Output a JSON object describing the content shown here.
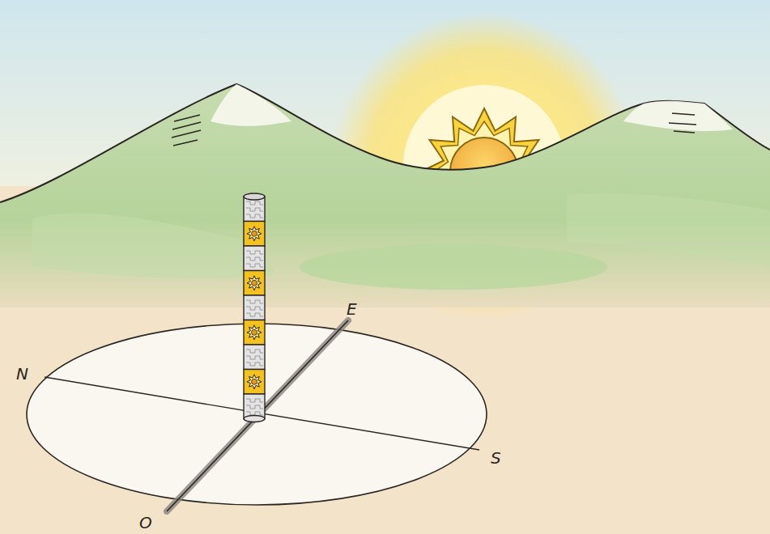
{
  "diagram": {
    "labels": [
      "N",
      "E",
      "S",
      "O"
    ]
  }
}
